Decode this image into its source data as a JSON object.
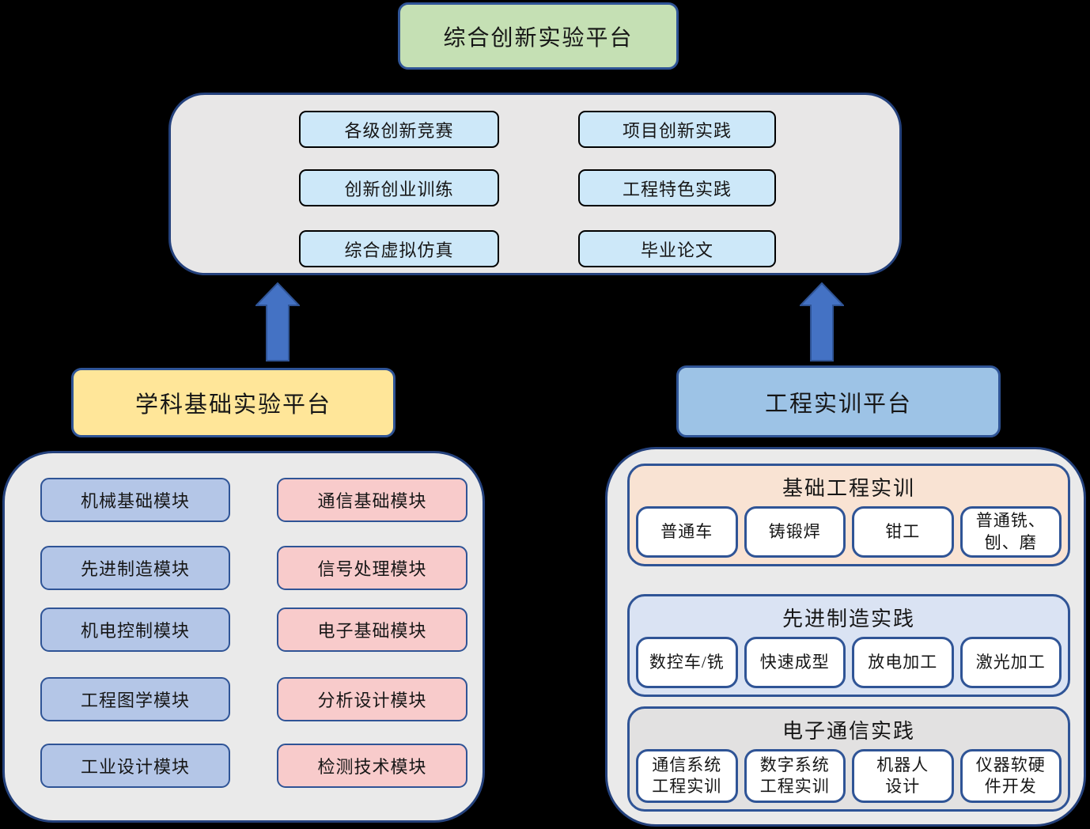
{
  "top_platform": {
    "label": "综合创新实验平台"
  },
  "innovation_panel": {
    "left_items": [
      "各级创新竞赛",
      "创新创业训练",
      "综合虚拟仿真"
    ],
    "right_items": [
      "项目创新实践",
      "工程特色实践",
      "毕业论文"
    ]
  },
  "basic_platform": {
    "label": "学科基础实验平台",
    "blue_modules": [
      "机械基础模块",
      "先进制造模块",
      "机电控制模块",
      "工程图学模块",
      "工业设计模块"
    ],
    "pink_modules": [
      "通信基础模块",
      "信号处理模块",
      "电子基础模块",
      "分析设计模块",
      "检测技术模块"
    ]
  },
  "training_platform": {
    "label": "工程实训平台",
    "sections": [
      {
        "title": "基础工程实训",
        "items": [
          "普通车",
          "铸锻焊",
          "钳工",
          "普通铣、\n刨、磨"
        ]
      },
      {
        "title": "先进制造实践",
        "items": [
          "数控车/铣",
          "快速成型",
          "放电加工",
          "激光加工"
        ]
      },
      {
        "title": "电子通信实践",
        "items": [
          "通信系统\n工程实训",
          "数字系统\n工程实训",
          "机器人\n设计",
          "仪器软硬\n件开发"
        ]
      }
    ]
  },
  "colors": {
    "canvas_bg": "#000000",
    "container_bg": "#e8e7e7",
    "container_border": "#24417c",
    "box_border": "#2f5496",
    "green_platform": "#c5e0b4",
    "yellow_platform": "#ffe699",
    "blue_platform": "#9dc3e6",
    "cyan_item": "#cde8f9",
    "blue_module": "#b4c6e7",
    "pink_module": "#f8cbcb",
    "arrow_fill": "#4472c4",
    "section_peach": "#f9e3d3",
    "section_blue": "#dae3f3",
    "section_gray": "#e2e1e1"
  }
}
